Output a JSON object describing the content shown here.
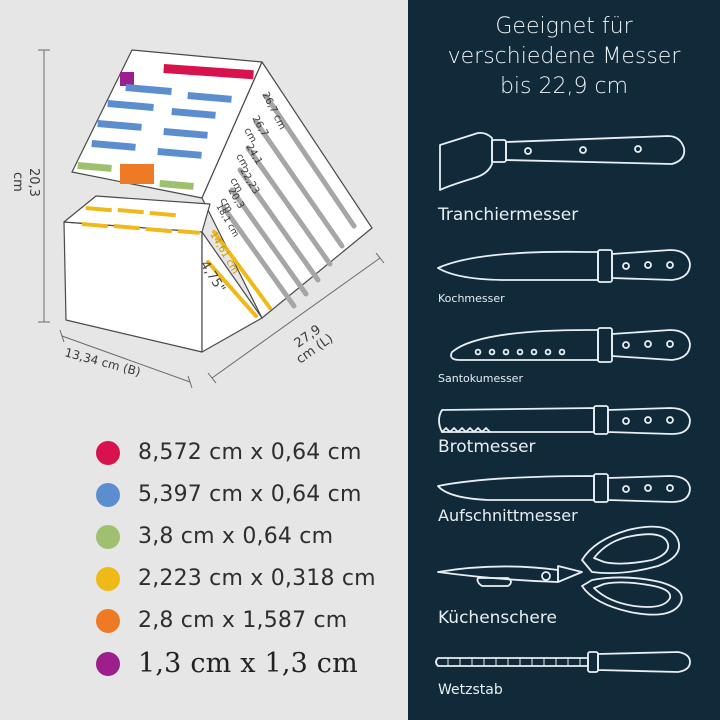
{
  "diagram": {
    "height_label_value": "20,3",
    "height_label_unit": "cm",
    "width_label": "13,34 cm (B)",
    "length_label_value": "27,9",
    "length_label_unit": "cm (L)",
    "slot_labels": [
      "26,7 cm",
      "26,7",
      "cm",
      "24,1",
      "cm",
      "22,23",
      "cm",
      "20,3",
      "cm",
      "18,1 cm",
      "14,61 cm",
      "4,75\""
    ]
  },
  "legend": [
    {
      "text": "8,572 cm x 0,64 cm",
      "color": "#d8124d"
    },
    {
      "text": "5,397 cm x 0,64 cm",
      "color": "#5b8ecf"
    },
    {
      "text": "3,8 cm x 0,64 cm",
      "color": "#9fc06f"
    },
    {
      "text": "2,223 cm x 0,318 cm",
      "color": "#efb919"
    },
    {
      "text": "2,8 cm x 1,587 cm",
      "color": "#ee7a26"
    },
    {
      "text": "1,3 cm x 1,3 cm",
      "color": "#9c1f8c"
    }
  ],
  "title": {
    "line1": "Geeignet für",
    "line2": "verschiedene Messer",
    "line3": "bis 22,9 cm"
  },
  "tools": [
    {
      "label": "Tranchiermesser",
      "icon": "cleaver-icon"
    },
    {
      "label": "Kochmesser",
      "icon": "chef-knife-icon"
    },
    {
      "label": "Santokumesser",
      "icon": "santoku-knife-icon"
    },
    {
      "label": "Brotmesser",
      "icon": "bread-knife-icon"
    },
    {
      "label": "Aufschnittmesser",
      "icon": "slicing-knife-icon"
    },
    {
      "label": "Küchenschere",
      "icon": "kitchen-scissors-icon"
    },
    {
      "label": "Wetzstab",
      "icon": "honing-rod-icon"
    }
  ],
  "colors": {
    "left_background": "#e6e6e6",
    "right_background": "#102a3a",
    "slot_gray": "#a6a6a6",
    "slot_yellow": "#efb919"
  }
}
